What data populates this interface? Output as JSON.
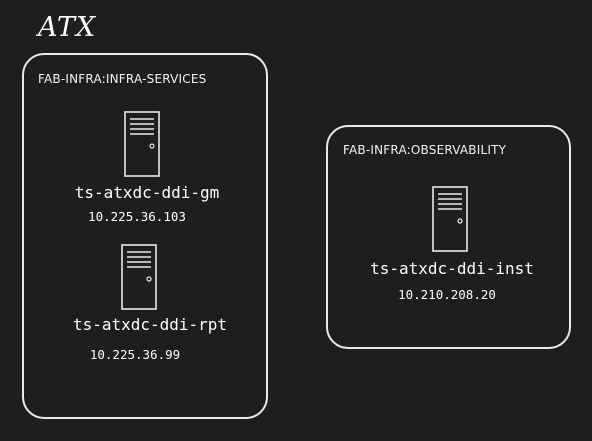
{
  "region": {
    "title": "ATX"
  },
  "groups": [
    {
      "label": "FAB-INFRA:INFRA-SERVICES",
      "hosts": [
        {
          "icon": "server-icon",
          "name": "ts-atxdc-ddi-gm",
          "ip": "10.225.36.103"
        },
        {
          "icon": "server-icon",
          "name": "ts-atxdc-ddi-rpt",
          "ip": "10.225.36.99"
        }
      ]
    },
    {
      "label": "FAB-INFRA:OBSERVABILITY",
      "hosts": [
        {
          "icon": "server-icon",
          "name": "ts-atxdc-ddi-inst",
          "ip": "10.210.208.20"
        }
      ]
    }
  ],
  "colors": {
    "background": "#1e1e1e",
    "stroke": "#e9e9e9",
    "text": "#ffffff"
  }
}
